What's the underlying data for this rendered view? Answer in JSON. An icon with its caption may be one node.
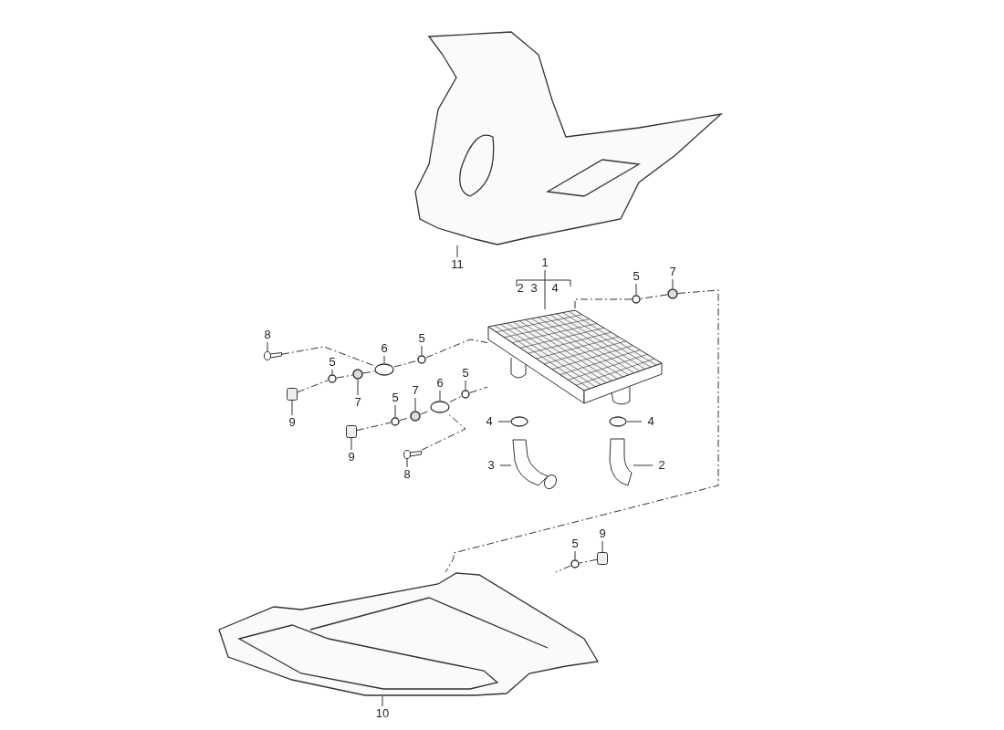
{
  "diagram": {
    "nodes": [
      {
        "text": [
          "11"
        ]
      },
      {
        "text": [
          "1"
        ]
      },
      {
        "text": [
          "5"
        ]
      },
      {
        "text": [
          "7"
        ]
      },
      {
        "text": [
          "8"
        ]
      },
      {
        "text": [
          "6"
        ]
      },
      {
        "text": [
          "5"
        ]
      },
      {
        "text": [
          "5"
        ]
      },
      {
        "text": [
          "7"
        ]
      },
      {
        "text": [
          "9"
        ]
      },
      {
        "text": [
          "6"
        ]
      },
      {
        "text": [
          "5"
        ]
      },
      {
        "text": [
          "5"
        ]
      },
      {
        "text": [
          "7"
        ]
      },
      {
        "text": [
          "4"
        ]
      },
      {
        "text": [
          "4"
        ]
      },
      {
        "text": [
          "9"
        ]
      },
      {
        "text": [
          "8"
        ]
      },
      {
        "text": [
          "3"
        ]
      },
      {
        "text": [
          "2"
        ]
      },
      {
        "text": [
          "5"
        ]
      },
      {
        "text": [
          "9"
        ]
      },
      {
        "text": [
          "10"
        ]
      },
      {
        "text": [],
        "shape": "picture"
      },
      {
        "text": [],
        "shape": "picture"
      },
      {
        "text": [],
        "shape": "circle"
      },
      {
        "text": [],
        "shape": "circle"
      },
      {
        "text": [],
        "shape": "picture"
      },
      {
        "text": [],
        "shape": "ellipse"
      },
      {
        "text": [],
        "shape": "circle"
      },
      {
        "text": [],
        "shape": "circle"
      },
      {
        "text": [],
        "shape": "circle"
      },
      {
        "text": [],
        "shape": "box"
      },
      {
        "text": [],
        "shape": "ellipse"
      },
      {
        "text": [],
        "shape": "circle"
      },
      {
        "text": [],
        "shape": "circle"
      },
      {
        "text": [],
        "shape": "circle"
      },
      {
        "text": [],
        "shape": "ellipse"
      },
      {
        "text": [],
        "shape": "ellipse"
      },
      {
        "text": [],
        "shape": "box"
      },
      {
        "text": [],
        "shape": "picture"
      },
      {
        "text": [],
        "shape": "picture"
      },
      {
        "text": [],
        "shape": "picture"
      },
      {
        "text": [],
        "shape": "circle"
      },
      {
        "text": [],
        "shape": "box"
      },
      {
        "text": [],
        "shape": "picture"
      }
    ],
    "edges": [
      {
        "from": 0,
        "to": 23,
        "arrow": "none"
      },
      {
        "from": 1,
        "to": 24,
        "arrow": "none"
      },
      {
        "from": 2,
        "to": 25,
        "arrow": "none"
      },
      {
        "from": 3,
        "to": 26,
        "arrow": "none"
      },
      {
        "from": 4,
        "to": 27,
        "arrow": "none"
      },
      {
        "from": 5,
        "to": 28,
        "arrow": "none"
      },
      {
        "from": 6,
        "to": 29,
        "arrow": "none"
      },
      {
        "from": 7,
        "to": 30,
        "arrow": "none"
      },
      {
        "from": 8,
        "to": 31,
        "arrow": "none"
      },
      {
        "from": 9,
        "to": 32,
        "arrow": "none"
      },
      {
        "from": 10,
        "to": 33,
        "arrow": "none"
      },
      {
        "from": 11,
        "to": 34,
        "arrow": "none"
      },
      {
        "from": 12,
        "to": 35,
        "arrow": "none"
      },
      {
        "from": 13,
        "to": 36,
        "arrow": "none"
      },
      {
        "from": 14,
        "to": 37,
        "arrow": "none"
      },
      {
        "from": 15,
        "to": 38,
        "arrow": "none"
      },
      {
        "from": 16,
        "to": 39,
        "arrow": "none"
      },
      {
        "from": 17,
        "to": 40,
        "arrow": "none"
      },
      {
        "from": 18,
        "to": 41,
        "arrow": "none"
      },
      {
        "from": 19,
        "to": 42,
        "arrow": "none"
      },
      {
        "from": 20,
        "to": 43,
        "arrow": "none"
      },
      {
        "from": 21,
        "to": 44,
        "arrow": "none"
      },
      {
        "from": 22,
        "to": 45,
        "arrow": "none"
      },
      {
        "from": 27,
        "to": 28,
        "arrow": "none",
        "style": "dashed"
      },
      {
        "from": 28,
        "to": 29,
        "arrow": "none",
        "style": "dashed"
      },
      {
        "from": 29,
        "to": 24,
        "arrow": "none",
        "style": "dashed"
      },
      {
        "from": 32,
        "to": 30,
        "arrow": "none",
        "style": "dashed"
      },
      {
        "from": 30,
        "to": 31,
        "arrow": "none",
        "style": "dashed"
      },
      {
        "from": 31,
        "to": 28,
        "arrow": "none",
        "style": "dashed"
      },
      {
        "from": 39,
        "to": 35,
        "arrow": "none",
        "style": "dashed"
      },
      {
        "from": 35,
        "to": 36,
        "arrow": "none",
        "style": "dashed"
      },
      {
        "from": 36,
        "to": 33,
        "arrow": "none",
        "style": "dashed"
      },
      {
        "from": 33,
        "to": 34,
        "arrow": "none",
        "style": "dashed"
      },
      {
        "from": 34,
        "to": 24,
        "arrow": "none",
        "style": "dashed"
      },
      {
        "from": 40,
        "to": 33,
        "arrow": "none",
        "style": "dashed"
      },
      {
        "from": 25,
        "to": 24,
        "arrow": "none",
        "style": "dashed"
      },
      {
        "from": 26,
        "to": 25,
        "arrow": "none",
        "style": "dashed"
      },
      {
        "from": 26,
        "to": 45,
        "arrow": "none",
        "style": "dashed"
      },
      {
        "from": 44,
        "to": 43,
        "arrow": "none",
        "style": "dashed"
      },
      {
        "from": 43,
        "to": 45,
        "arrow": "none",
        "style": "dashed"
      }
    ],
    "labels": [
      "2",
      "3",
      "4"
    ]
  }
}
